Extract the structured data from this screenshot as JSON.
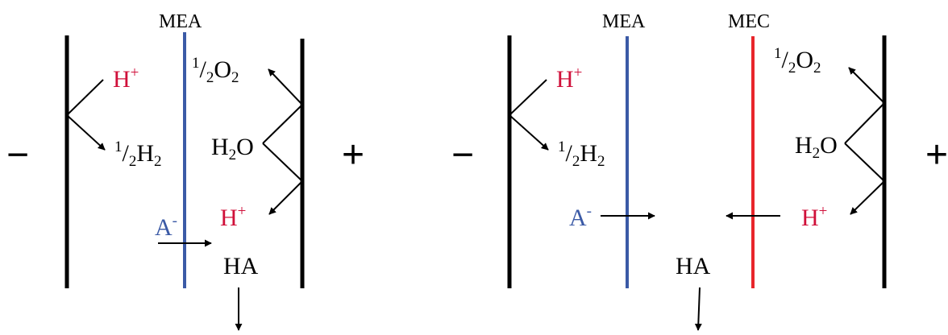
{
  "colors": {
    "electrode": "#000000",
    "mea": "#3b5aa6",
    "mec": "#e8262b",
    "proton": "#d0103a",
    "anion": "#3b5aa6",
    "text": "#000000"
  },
  "left_cell": {
    "cathode_sign": "−",
    "anode_sign": "+",
    "membrane_label": "MEA",
    "species": {
      "h_plus_cathode": {
        "base": "H",
        "sup": "+"
      },
      "half_h2": {
        "pre_sup": "1",
        "slash": "/",
        "pre_sub": "2",
        "base": "H",
        "sub": "2"
      },
      "half_o2": {
        "pre_sup": "1",
        "slash": "/",
        "pre_sub": "2",
        "base": "O",
        "sub": "2"
      },
      "water": {
        "base": "H",
        "sub": "2",
        "tail": "O"
      },
      "h_plus_anode": {
        "base": "H",
        "sup": "+"
      },
      "anion": {
        "base": "A",
        "sup": "-"
      },
      "acid": "HA"
    }
  },
  "right_cell": {
    "cathode_sign": "−",
    "anode_sign": "+",
    "membrane_label_1": "MEA",
    "membrane_label_2": "MEC",
    "species": {
      "h_plus_cathode": {
        "base": "H",
        "sup": "+"
      },
      "half_h2": {
        "pre_sup": "1",
        "slash": "/",
        "pre_sub": "2",
        "base": "H",
        "sub": "2"
      },
      "half_o2": {
        "pre_sup": "1",
        "slash": "/",
        "pre_sub": "2",
        "base": "O",
        "sub": "2"
      },
      "water": {
        "base": "H",
        "sub": "2",
        "tail": "O"
      },
      "h_plus_anode": {
        "base": "H",
        "sup": "+"
      },
      "anion": {
        "base": "A",
        "sup": "-"
      },
      "acid": "HA"
    }
  }
}
